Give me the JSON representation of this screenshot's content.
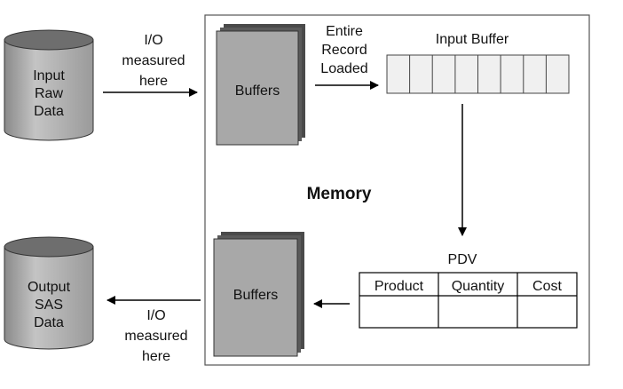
{
  "input_cylinder": {
    "lines": [
      "Input",
      "Raw",
      "Data"
    ]
  },
  "output_cylinder": {
    "lines": [
      "Output",
      "SAS",
      "Data"
    ]
  },
  "io_top": {
    "lines": [
      "I/O",
      "measured",
      "here"
    ]
  },
  "io_bottom": {
    "lines": [
      "I/O",
      "measured",
      "here"
    ]
  },
  "buffers_top": "Buffers",
  "buffers_bottom": "Buffers",
  "entire_record": {
    "lines": [
      "Entire",
      "Record",
      "Loaded"
    ]
  },
  "input_buffer_label": "Input Buffer",
  "memory_label": "Memory",
  "pdv": {
    "label": "PDV",
    "columns": [
      "Product",
      "Quantity",
      "Cost"
    ]
  }
}
